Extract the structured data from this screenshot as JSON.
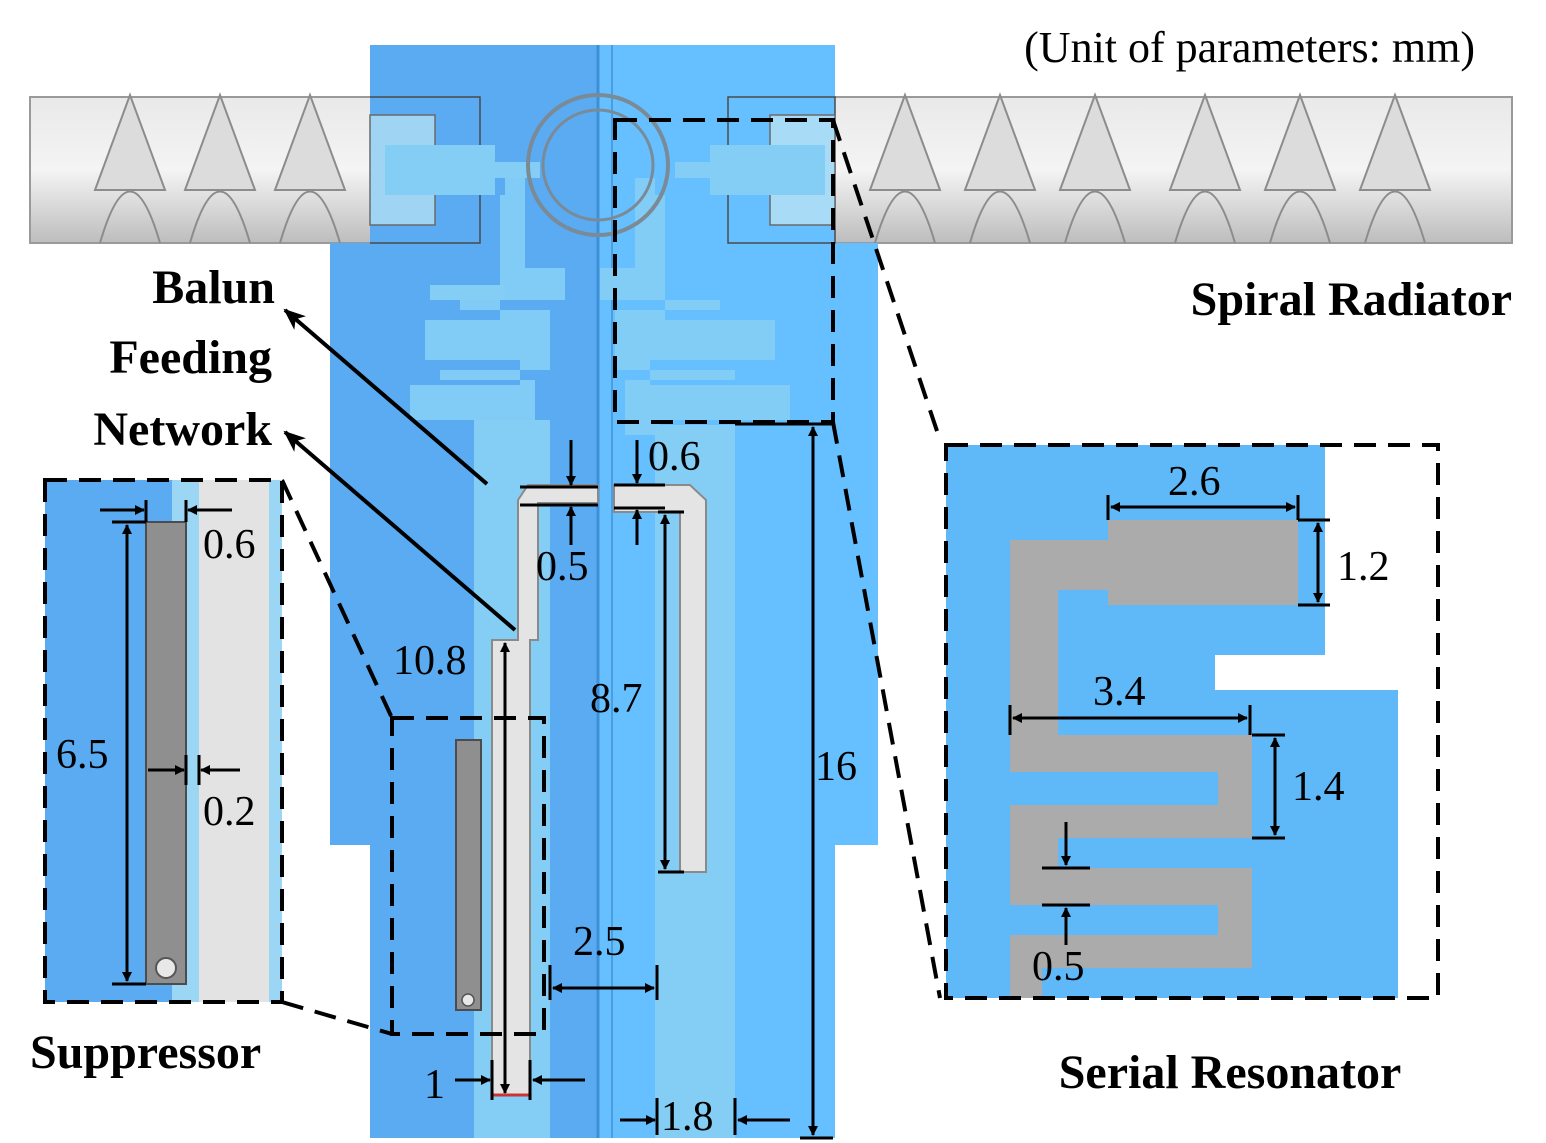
{
  "unit_note": "(Unit of parameters: mm)",
  "labels": {
    "balun_line1": "Balun",
    "balun_line2": "Feeding",
    "balun_line3": "Network",
    "spiral_radiator": "Spiral Radiator",
    "suppressor": "Suppressor",
    "serial_resonator": "Serial Resonator"
  },
  "dimensions": {
    "gap_top_right": "0.6",
    "gap_top_left": "0.5",
    "feed_length": "10.8",
    "stub_length": "8.7",
    "board_height": "16",
    "spacing": "2.5",
    "feed_width": "1",
    "right_width": "1.8",
    "suppressor_gap": "0.6",
    "suppressor_length": "6.5",
    "suppressor_offset": "0.2",
    "res_top_width": "2.6",
    "res_top_height": "1.2",
    "res_mid_width": "3.4",
    "res_pitch": "1.4",
    "res_gap": "0.5"
  },
  "colors": {
    "board_left": "#5aabf2",
    "board_right": "#66c0ff",
    "trace_light": "#84cdf5",
    "metal_grey": "#9a9a9a",
    "strip_light": "#e3e3e3",
    "tube": "#d6d6d6"
  }
}
